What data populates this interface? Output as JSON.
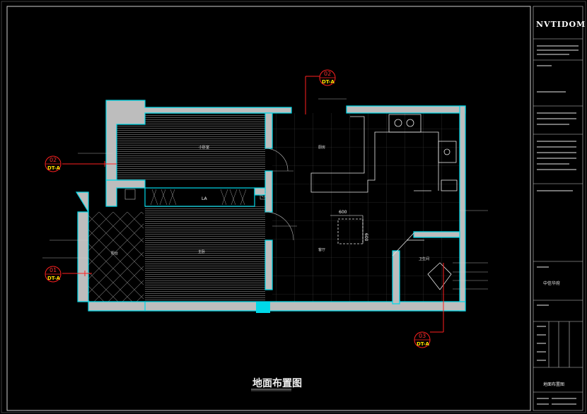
{
  "drawing_title": "地面布置图",
  "dimension": "600",
  "rooms": {
    "bedroom_small": "小卧室",
    "master_bedroom": "主卧",
    "kitchen": "厨房",
    "living_room": "客厅",
    "balcony": "阳台",
    "bathroom": "卫生间",
    "wardrobe_tag": "LA"
  },
  "section_tags": [
    {
      "id": "02",
      "ref": "DT-A"
    },
    {
      "id": "02",
      "ref": "DT-A"
    },
    {
      "id": "01",
      "ref": "DT-A"
    },
    {
      "id": "03",
      "ref": "DT-A"
    }
  ],
  "title_block": {
    "logo": "NVTIDOM",
    "project": "中信华府",
    "sheet_name": "地面布置图"
  },
  "colors": {
    "background": "#000000",
    "walls": "#bdbdbd",
    "wall_edge": "#00d8e8",
    "section_tag": "#ff2020",
    "tag_text": "#ffe000",
    "leader": "#ff2020"
  }
}
